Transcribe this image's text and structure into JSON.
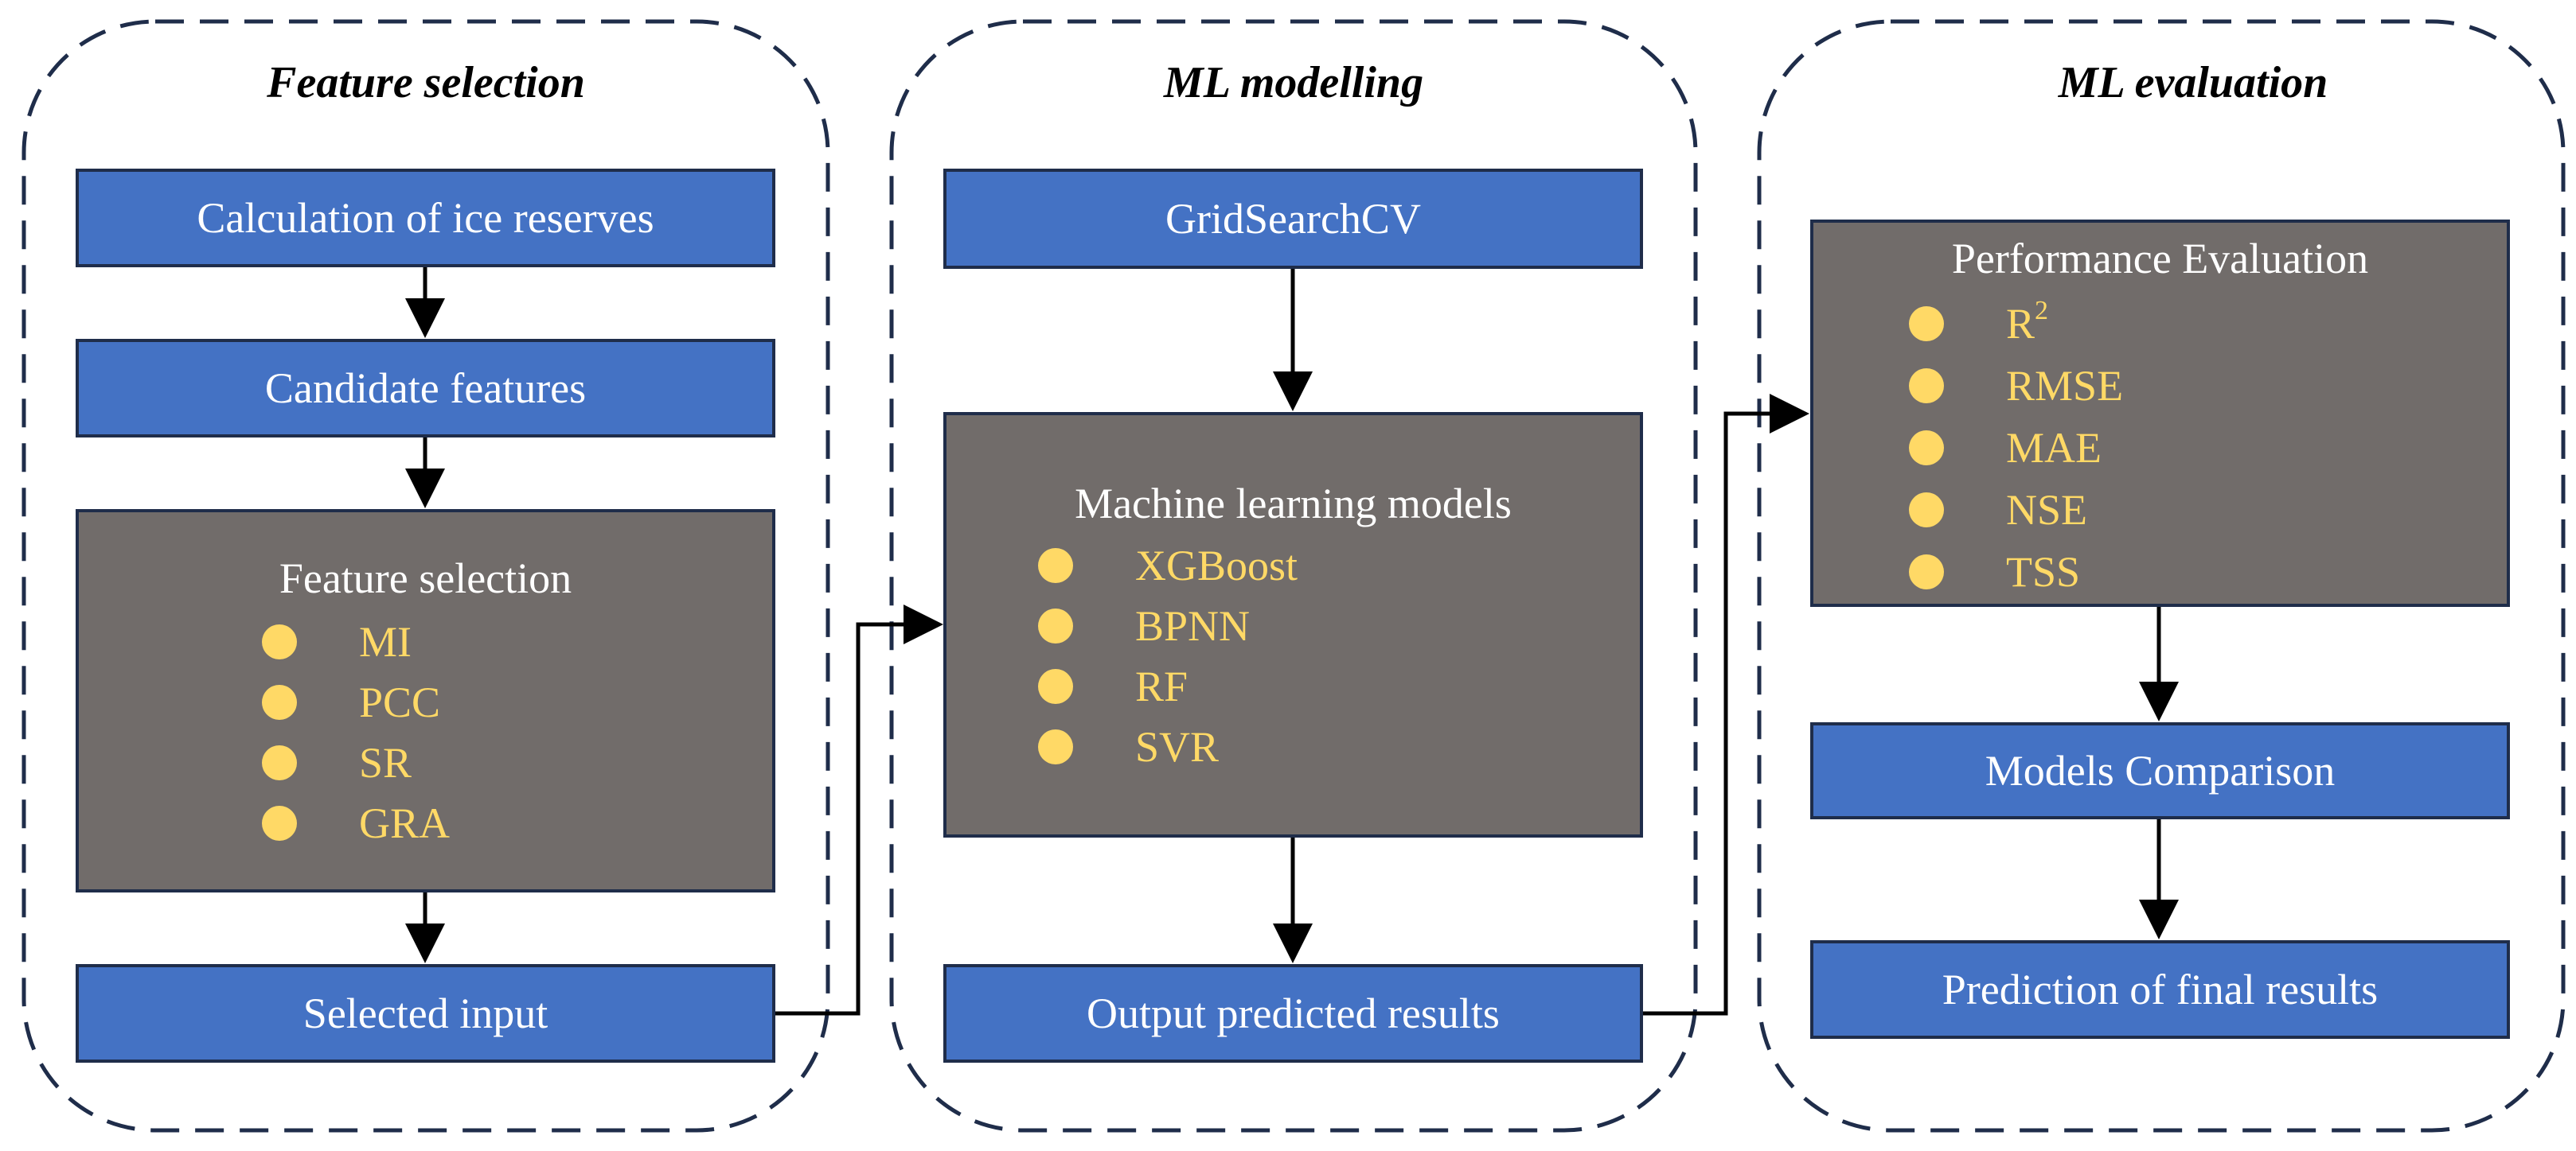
{
  "panels": [
    {
      "title": "Feature selection",
      "steps": {
        "calc": "Calculation of ice reserves",
        "candidate": "Candidate features",
        "selection_box": {
          "title": "Feature selection",
          "items": [
            "MI",
            "PCC",
            "SR",
            "GRA"
          ]
        },
        "selected": "Selected input"
      }
    },
    {
      "title": "ML modelling",
      "steps": {
        "grid": "GridSearchCV",
        "models_box": {
          "title": "Machine learning models",
          "items": [
            "XGBoost",
            "BPNN",
            "RF",
            "SVR"
          ]
        },
        "output": "Output predicted results"
      }
    },
    {
      "title": "ML evaluation",
      "steps": {
        "perf_box": {
          "title": "Performance Evaluation",
          "items": [
            "R",
            "RMSE",
            "MAE",
            "NSE",
            "TSS"
          ],
          "r_superscript": "2"
        },
        "comparison": "Models Comparison",
        "final": "Prediction of final results"
      }
    }
  ],
  "colors": {
    "blue_box": "#4472c4",
    "gray_box": "#716c6a",
    "bullet": "#ffd966",
    "outline": "#1f2d4a"
  }
}
